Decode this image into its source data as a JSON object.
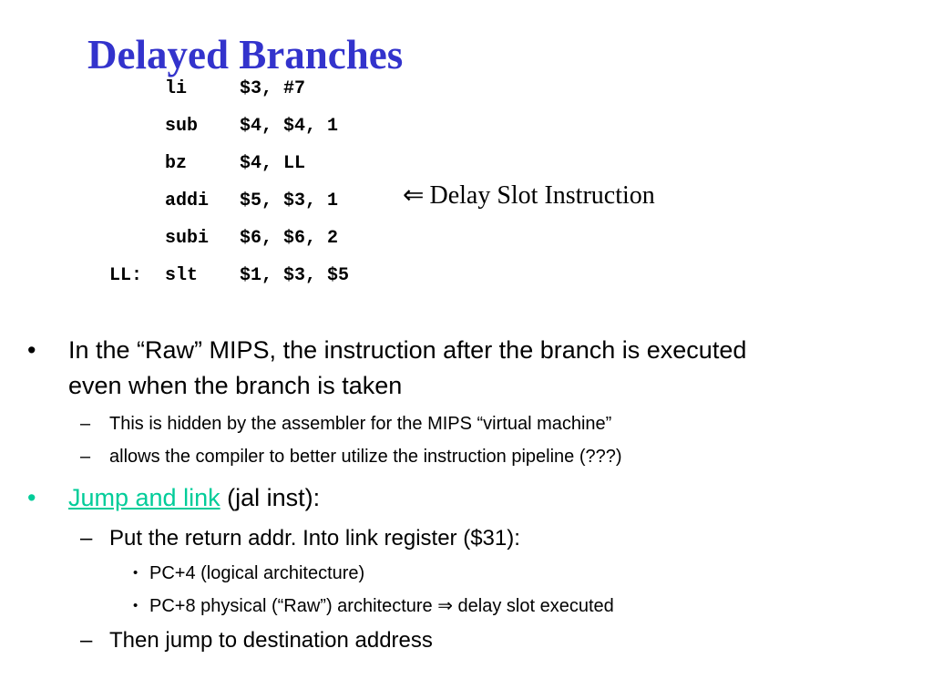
{
  "title": "Delayed Branches",
  "code": [
    {
      "label": "",
      "op": "li",
      "args": "$3, #7"
    },
    {
      "label": "",
      "op": "sub",
      "args": "$4, $4, 1"
    },
    {
      "label": "",
      "op": "bz",
      "args": "$4, LL"
    },
    {
      "label": "",
      "op": "addi",
      "args": "$5, $3, 1"
    },
    {
      "label": "",
      "op": "subi",
      "args": "$6, $6, 2"
    },
    {
      "label": "LL:",
      "op": "slt",
      "args": "$1, $3, $5"
    }
  ],
  "annotation": {
    "arrow": "⇐",
    "text": "Delay Slot Instruction"
  },
  "bullets": {
    "raw": {
      "marker": "•",
      "line1": "In the “Raw” MIPS, the instruction after the branch is executed",
      "line2": "even when the branch is taken",
      "subs": [
        "This is hidden by the assembler for the MIPS “virtual machine”",
        "allows the compiler to better utilize the instruction pipeline (???)"
      ]
    },
    "jal": {
      "marker": "•",
      "link": "Jump and link",
      "rest": " (jal inst):",
      "sub1": "Put the return addr. Into link register ($31):",
      "subsub": [
        "PC+4 (logical architecture)",
        "PC+8 physical (“Raw”) architecture ⇒ delay slot executed"
      ],
      "sub2": "Then jump to destination address"
    },
    "dash": "–",
    "small_marker": "•"
  },
  "colors": {
    "title": "#3333cc",
    "link": "#00cc99"
  }
}
